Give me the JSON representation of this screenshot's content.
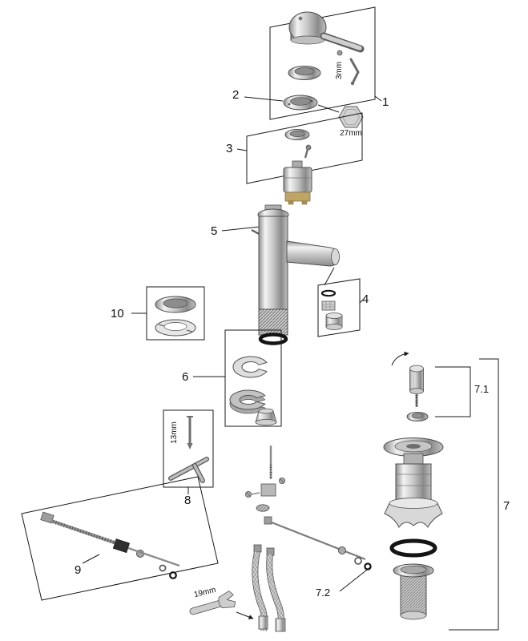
{
  "diagram": {
    "part_labels": {
      "p1": "1",
      "p2": "2",
      "p3": "3",
      "p4": "4",
      "p5": "5",
      "p6": "6",
      "p7": "7",
      "p7_1": "7.1",
      "p7_2": "7.2",
      "p8": "8",
      "p9": "9",
      "p10": "10"
    },
    "dimension_labels": {
      "hex_key_size": "3mm",
      "cap_nut_size": "27mm",
      "socket_size": "13mm",
      "wrench_size": "19mm"
    },
    "colors": {
      "line": "#1a1a1a",
      "metal_light": "#f3f3f3",
      "metal_mid": "#bdbdbd",
      "metal_dark": "#808080",
      "brass": "#bfa468",
      "seal_black": "#141414",
      "background": "#ffffff"
    }
  }
}
